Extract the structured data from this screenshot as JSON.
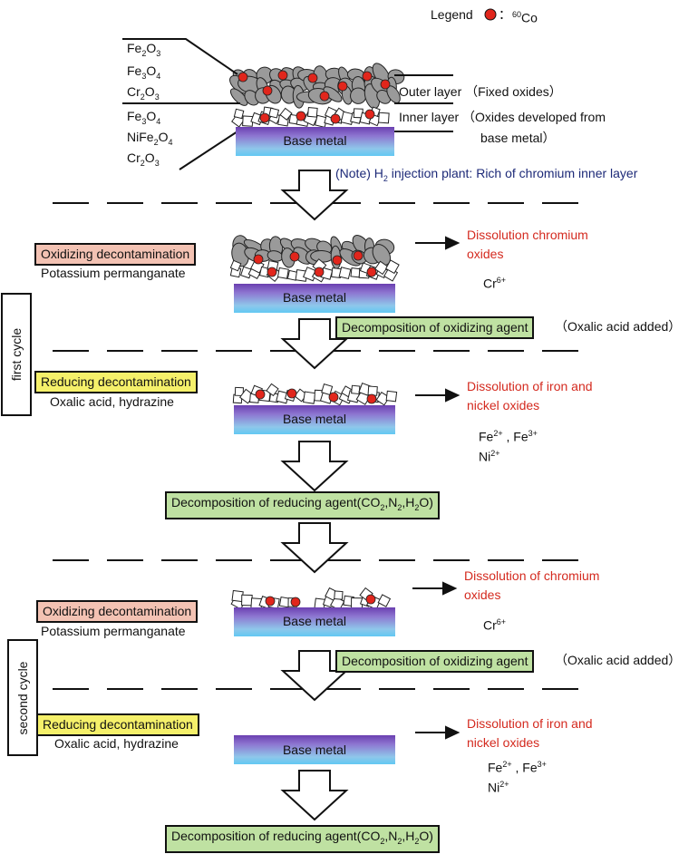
{
  "legend": {
    "label": "Legend",
    "colon": "：",
    "item": "60Co"
  },
  "layers": {
    "outer_oxides": [
      "Fe2O3",
      "Fe3O4",
      "Cr2O3"
    ],
    "inner_oxides": [
      "Fe3O4",
      "NiFe2O4",
      "Cr2O3"
    ],
    "outer_label": "Outer layer （Fixed oxides）",
    "inner_label_1": "Inner layer （Oxides developed from",
    "inner_label_2": "base metal）",
    "note": "(Note) H2 injection plant: Rich of chromium inner layer"
  },
  "base_metal": "Base metal",
  "first_cycle": {
    "label": "first cycle",
    "ox_title": "Oxidizing decontamination",
    "ox_agent": "Potassium permanganate",
    "ox_result_1": "Dissolution chromium",
    "ox_result_2": "oxides",
    "ox_ion": "Cr6+",
    "ox_decomp": "Decomposition of oxidizing agent",
    "ox_decomp_note": "（Oxalic acid added）",
    "red_title": "Reducing decontamination",
    "red_agent": "Oxalic acid, hydrazine",
    "red_result_1": "Dissolution of iron and",
    "red_result_2": "nickel oxides",
    "red_ions_1": "Fe2+ , Fe3+",
    "red_ions_2": "Ni2+",
    "red_decomp": "Decomposition of reducing agent(CO2,N2,H2O)"
  },
  "second_cycle": {
    "label": "second cycle",
    "ox_title": "Oxidizing decontamination",
    "ox_agent": "Potassium permanganate",
    "ox_result_1": "Dissolution of chromium",
    "ox_result_2": "oxides",
    "ox_ion": "Cr6+",
    "ox_decomp": "Decomposition of oxidizing agent",
    "ox_decomp_note": "（Oxalic acid added）",
    "red_title": "Reducing decontamination",
    "red_agent": "Oxalic acid, hydrazine",
    "red_result_1": "Dissolution of iron and",
    "red_result_2": "nickel oxides",
    "red_ions_1": "Fe2+ , Fe3+",
    "red_ions_2": "Ni2+",
    "red_decomp": "Decomposition of reducing agent(CO2,N2,H2O)"
  },
  "colors": {
    "oxidizing_box": "#f3c2b3",
    "reducing_box": "#f5f06a",
    "decomposition_box": "#bfe1a2",
    "result_text": "#d42a1f",
    "co60_dot": "#e1261c",
    "note_text": "#1d2a78"
  }
}
